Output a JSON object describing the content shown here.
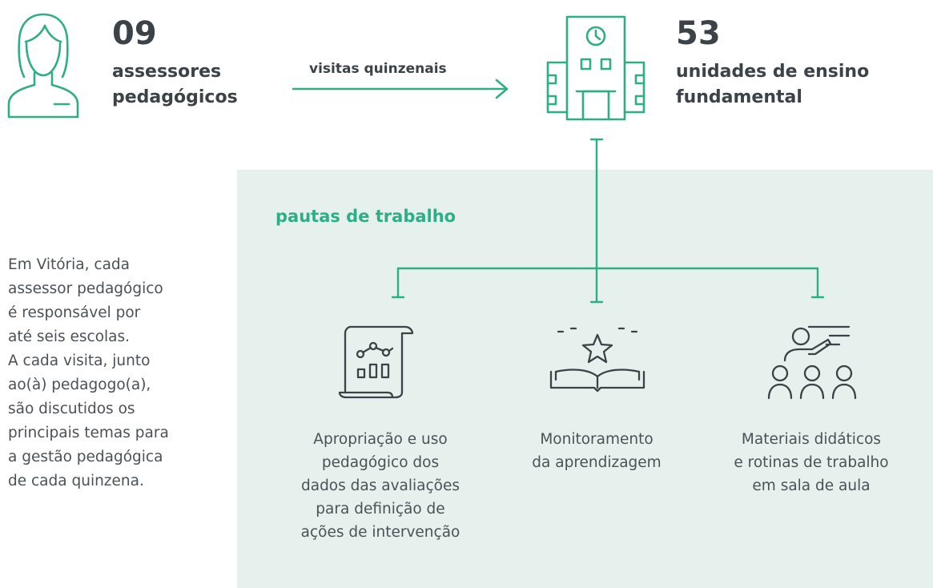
{
  "colors": {
    "accent": "#2eae86",
    "text_dark": "#3b4248",
    "text_body": "#4a5157",
    "panel_bg": "#e6f1ed"
  },
  "assessors": {
    "icon": "person-icon",
    "count": "09",
    "label_lines": [
      "assessores",
      "pedagógicos"
    ]
  },
  "arrow": {
    "label": "visitas quinzenais"
  },
  "schools": {
    "icon": "school-building-icon",
    "count": "53",
    "label_lines": [
      "unidades de ensino",
      "fundamental"
    ]
  },
  "panel": {
    "title": "pautas de trabalho"
  },
  "description": {
    "lines": [
      "Em Vitória, cada",
      "assessor pedagógico",
      "é responsável por",
      "até seis escolas.",
      "A cada visita, junto",
      "ao(à) pedagogo(a),",
      "são discutidos os",
      "principais temas para",
      "a gestão pedagógica",
      "de cada quinzena."
    ]
  },
  "topics": [
    {
      "icon": "data-report-icon",
      "lines": [
        "Apropriação e uso",
        "pedagógico dos",
        "dados das avaliações",
        "para definição de",
        "ações de intervenção"
      ]
    },
    {
      "icon": "book-star-icon",
      "lines": [
        "Monitoramento",
        "da aprendizagem"
      ]
    },
    {
      "icon": "teacher-class-icon",
      "lines": [
        "Materiais didáticos",
        "e rotinas de trabalho",
        "em sala de aula"
      ]
    }
  ]
}
